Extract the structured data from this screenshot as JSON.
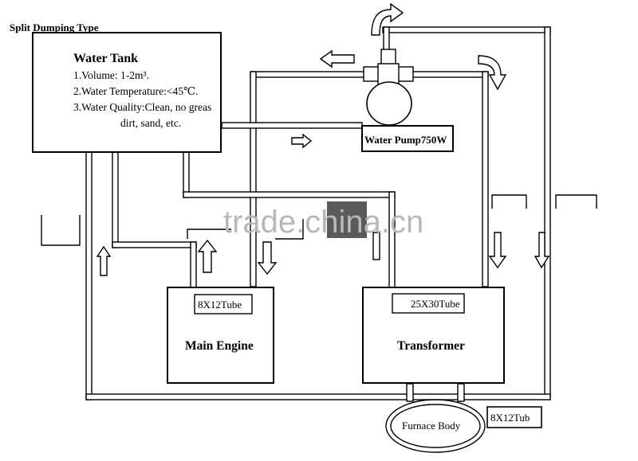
{
  "title": "Split Dumping Type",
  "water_tank": {
    "heading": "Water Tank",
    "specs": [
      "1.Volume: 1-2m³.",
      "2.Water Temperature:<45℃.",
      "3.Water Quality:Clean, no greas",
      "dirt, sand, etc."
    ]
  },
  "pump": {
    "label": "Water Pump750W"
  },
  "main_engine": {
    "label": "Main Engine",
    "tube": "8X12Tube"
  },
  "transformer": {
    "label": "Transformer",
    "tube": "25X30Tube"
  },
  "furnace": {
    "label": "Furnace Body",
    "tube": "8X12Tub"
  },
  "watermark": "trade.china.cn"
}
